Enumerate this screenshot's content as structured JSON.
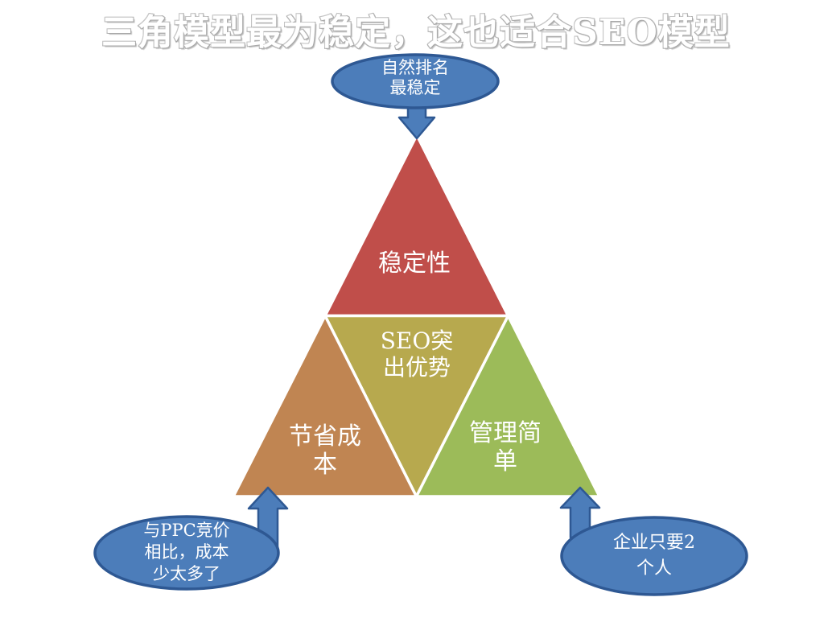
{
  "title": "三角模型最为稳定，这也适合SEO模型",
  "colors": {
    "background": "#FFFFFF",
    "title_fill": "#FFFFFF",
    "title_outline": "#9E9E9E",
    "segment_stability": "#C04E4A",
    "segment_seo_advantage": "#B7A94E",
    "segment_cost_saving": "#C08552",
    "segment_easy_management": "#9CBB59",
    "callout_fill": "#4C7DBA",
    "callout_border": "#2E5893",
    "separator": "#FFFFFF",
    "label_text": "#FFFFFF"
  },
  "pyramid": {
    "segments": [
      {
        "id": "stability",
        "lines": [
          "稳定性"
        ]
      },
      {
        "id": "seo-advantage",
        "lines": [
          "SEO突",
          "出优势"
        ]
      },
      {
        "id": "cost-saving",
        "lines": [
          "节省成",
          "本"
        ]
      },
      {
        "id": "easy-management",
        "lines": [
          "管理简",
          "单"
        ]
      }
    ]
  },
  "callouts": [
    {
      "id": "top",
      "icon": "arrow-down-icon",
      "lines": [
        "自然排名",
        "最稳定"
      ]
    },
    {
      "id": "bottom-left",
      "icon": "arrow-up-icon",
      "lines": [
        "与PPC竞价",
        "相比，成本",
        "少太多了"
      ]
    },
    {
      "id": "bottom-right",
      "icon": "arrow-up-icon",
      "lines": [
        "企业只要2",
        "个人"
      ]
    }
  ]
}
